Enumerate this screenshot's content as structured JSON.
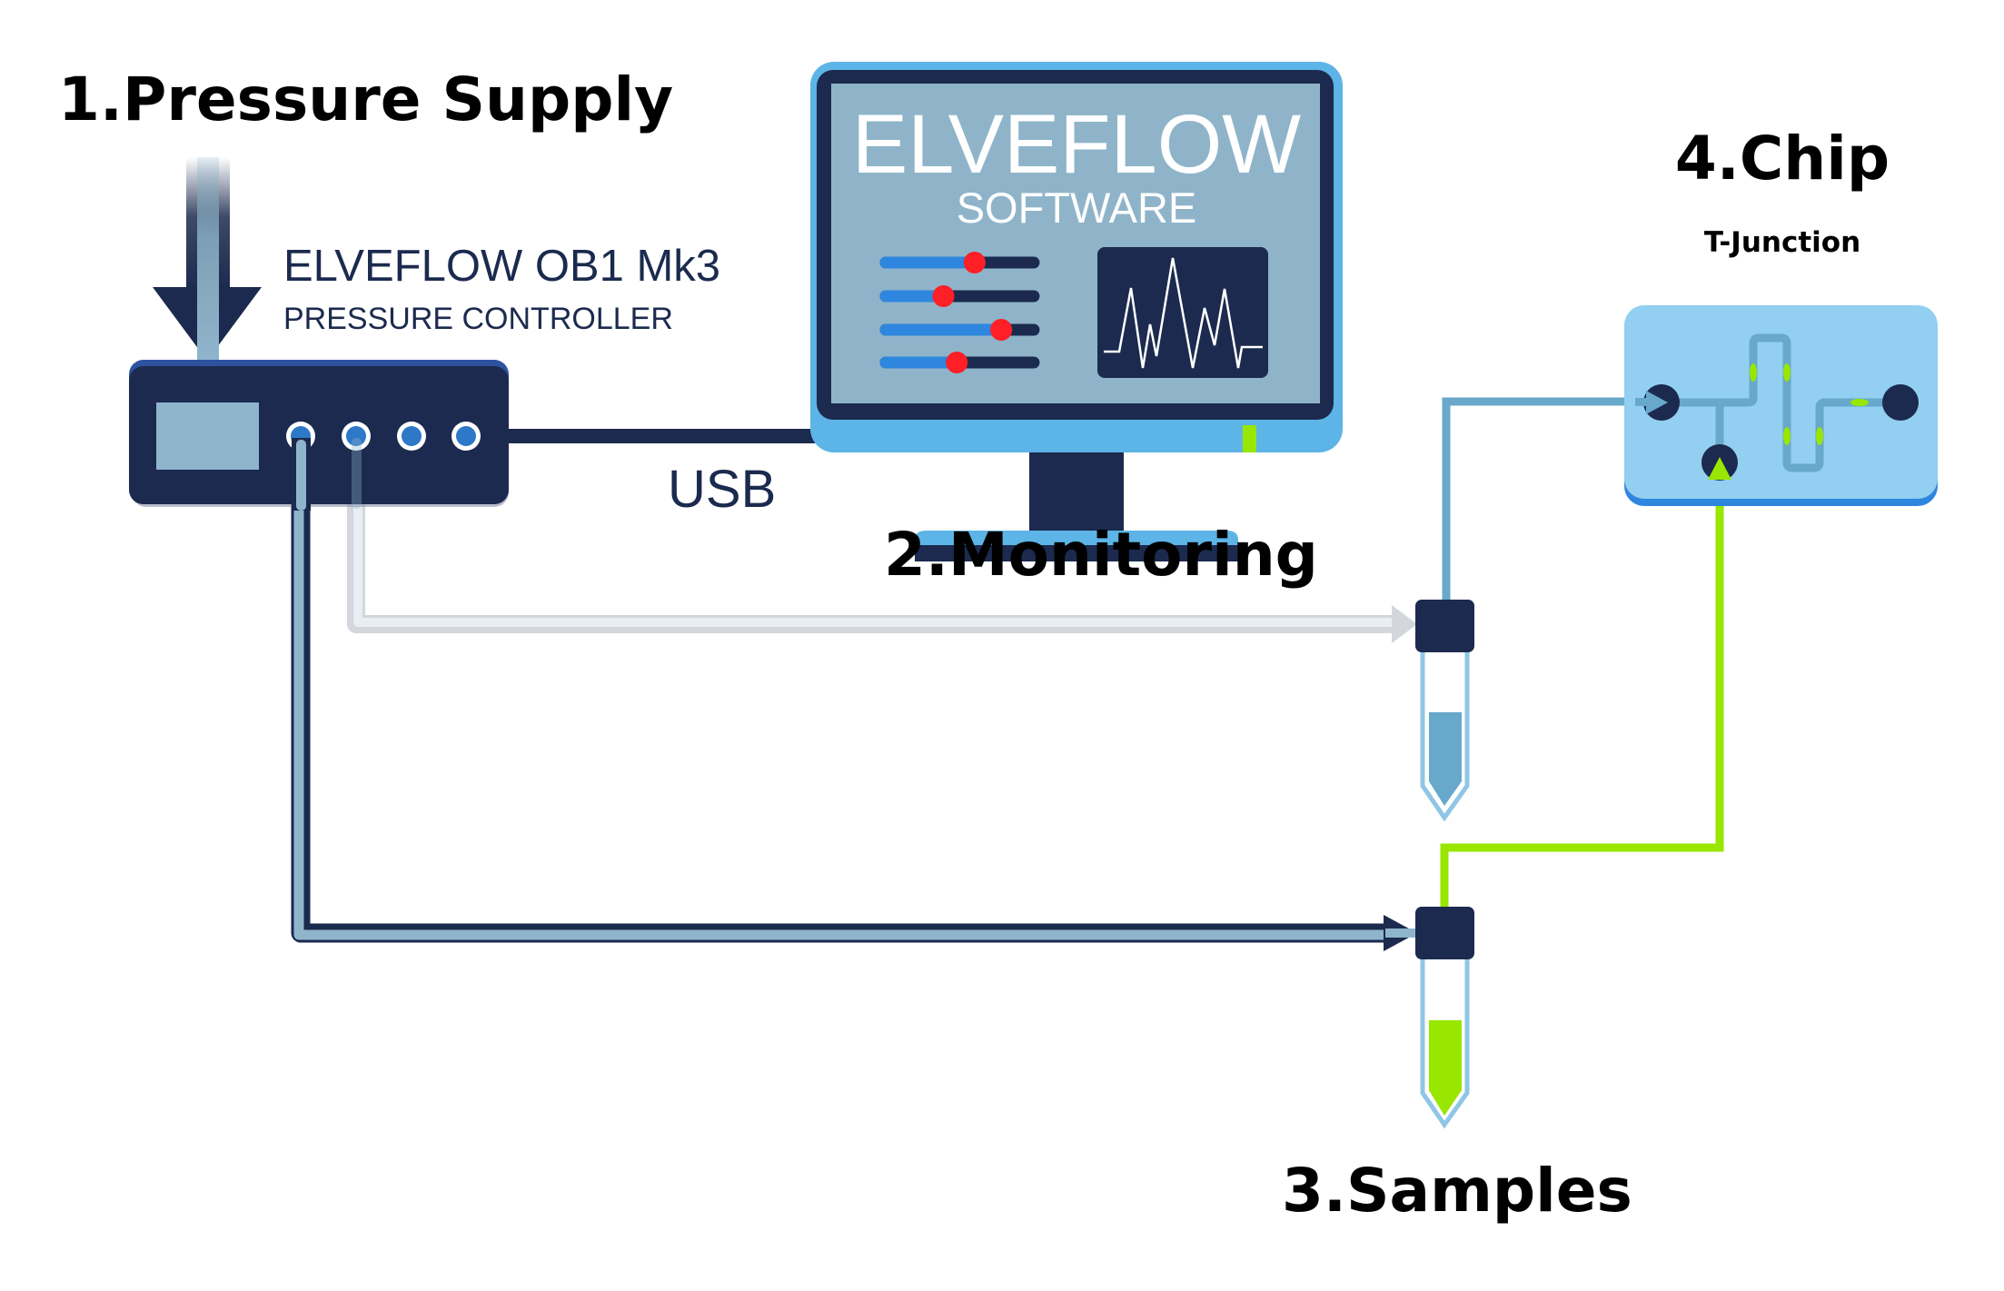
{
  "diagram": {
    "title": "Elveflow microfluidic setup",
    "colors": {
      "navy": "#1b2a4e",
      "steel": "#8fb5cc",
      "monitor_blue": "#5db4e6",
      "screen": "#8fb4c9",
      "chip": "#92cff0",
      "channel": "#67a8cb",
      "green": "#99e600",
      "red": "#ff1f26",
      "slider_blue": "#2e86de",
      "gray_tube": "#d3d6dd"
    },
    "steps": {
      "pressure_supply": "1.Pressure Supply",
      "monitoring": "2.Monitoring",
      "samples": "3.Samples",
      "chip": "4.Chip"
    },
    "controller": {
      "name": "ELVEFLOW OB1 Mk3",
      "subtitle": "PRESSURE CONTROLLER",
      "port_count": 4
    },
    "connection": {
      "usb_label": "USB"
    },
    "software": {
      "brand": "ELVEFLOW",
      "subtitle": "SOFTWARE",
      "sliders": [
        0.6,
        0.39,
        0.78,
        0.48
      ]
    },
    "chip": {
      "type_label": "T-Junction"
    },
    "samples": [
      {
        "name": "sample-blue",
        "liquid_color": "#67a8cb"
      },
      {
        "name": "sample-green",
        "liquid_color": "#99e600"
      }
    ]
  }
}
